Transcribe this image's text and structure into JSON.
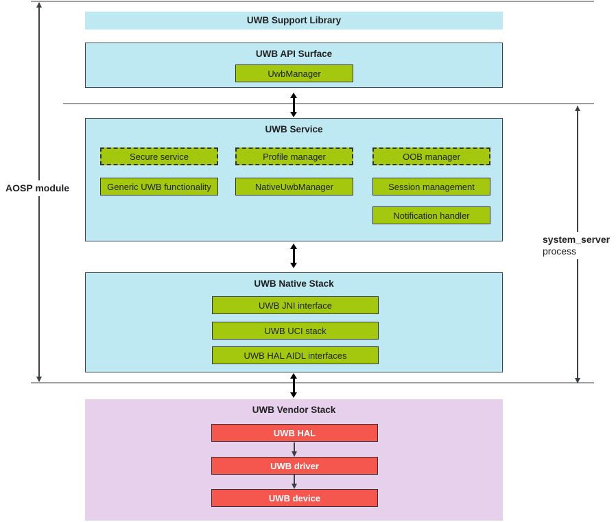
{
  "colors": {
    "cyan": "#bee9f3",
    "green": "#a4c80e",
    "red": "#f5564e",
    "purple": "#e7d0eb",
    "line": "#9e9e9e",
    "arrow": "#3c4043",
    "text": "#212121"
  },
  "brackets": {
    "aosp": {
      "label": "AOSP module"
    },
    "system_server": {
      "name": "system_server",
      "sub": "process"
    }
  },
  "support_library": {
    "title": "UWB Support Library"
  },
  "api_surface": {
    "title": "UWB API Surface",
    "items": [
      {
        "label": "UwbManager"
      }
    ]
  },
  "service": {
    "title": "UWB Service",
    "items": [
      {
        "label": "Secure service",
        "style": "dashed"
      },
      {
        "label": "Profile manager",
        "style": "dashed"
      },
      {
        "label": "OOB manager",
        "style": "dashed"
      },
      {
        "label": "Generic UWB functionality",
        "style": "solid"
      },
      {
        "label": "NativeUwbManager",
        "style": "solid"
      },
      {
        "label": "Session management",
        "style": "solid"
      },
      {
        "label": "Notification handler",
        "style": "solid"
      }
    ]
  },
  "native_stack": {
    "title": "UWB Native Stack",
    "items": [
      {
        "label": "UWB JNI interface"
      },
      {
        "label": "UWB UCI stack"
      },
      {
        "label": "UWB HAL AIDL interfaces"
      }
    ]
  },
  "vendor_stack": {
    "title": "UWB Vendor Stack",
    "items": [
      {
        "label": "UWB HAL"
      },
      {
        "label": "UWB driver"
      },
      {
        "label": "UWB device"
      }
    ]
  }
}
